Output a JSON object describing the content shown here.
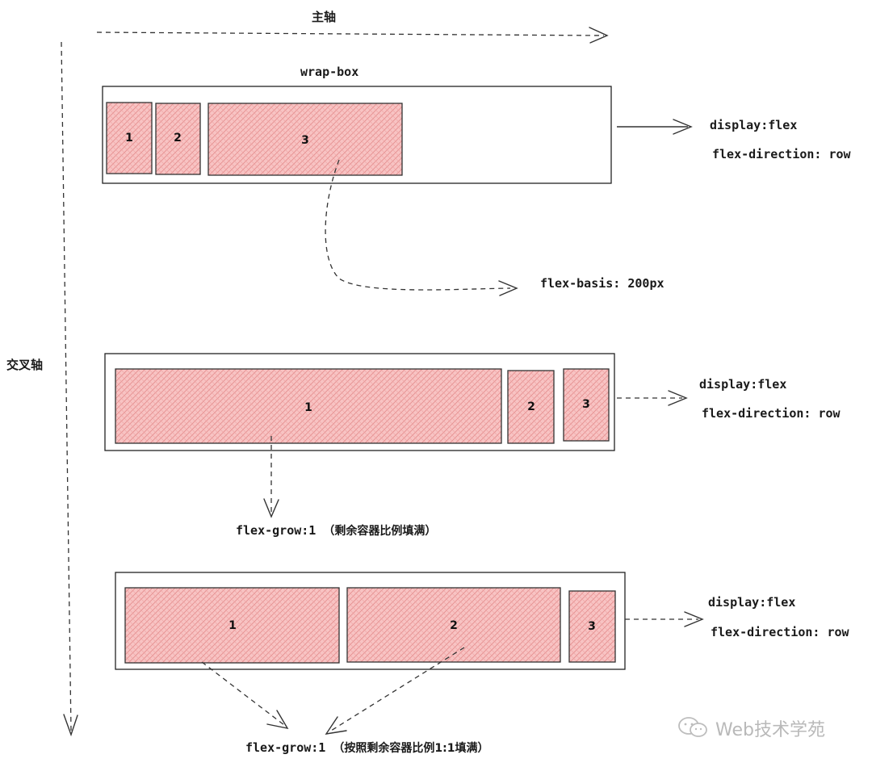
{
  "axes": {
    "main_axis_label": "主轴",
    "cross_axis_label": "交叉轴"
  },
  "row1": {
    "container_label": "wrap-box",
    "items": [
      "1",
      "2",
      "3"
    ],
    "prop_display": "display:flex",
    "prop_direction": "flex-direction: row",
    "annotation": "flex-basis: 200px"
  },
  "row2": {
    "items": [
      "1",
      "2",
      "3"
    ],
    "prop_display": "display:flex",
    "prop_direction": "flex-direction: row",
    "annotation": "flex-grow:1",
    "annotation_note": "（剩余容器比例填满）"
  },
  "row3": {
    "items": [
      "1",
      "2",
      "3"
    ],
    "prop_display": "display:flex",
    "prop_direction": "flex-direction: row",
    "annotation": "flex-grow:1",
    "annotation_note": "（按照剩余容器比例1:1填满）"
  },
  "watermark": {
    "text": "Web技术学苑",
    "icon": "wechat-icon"
  },
  "colors": {
    "item_fill": "#f6b8b8",
    "hatch": "#e88a8a",
    "stroke": "#222222"
  }
}
